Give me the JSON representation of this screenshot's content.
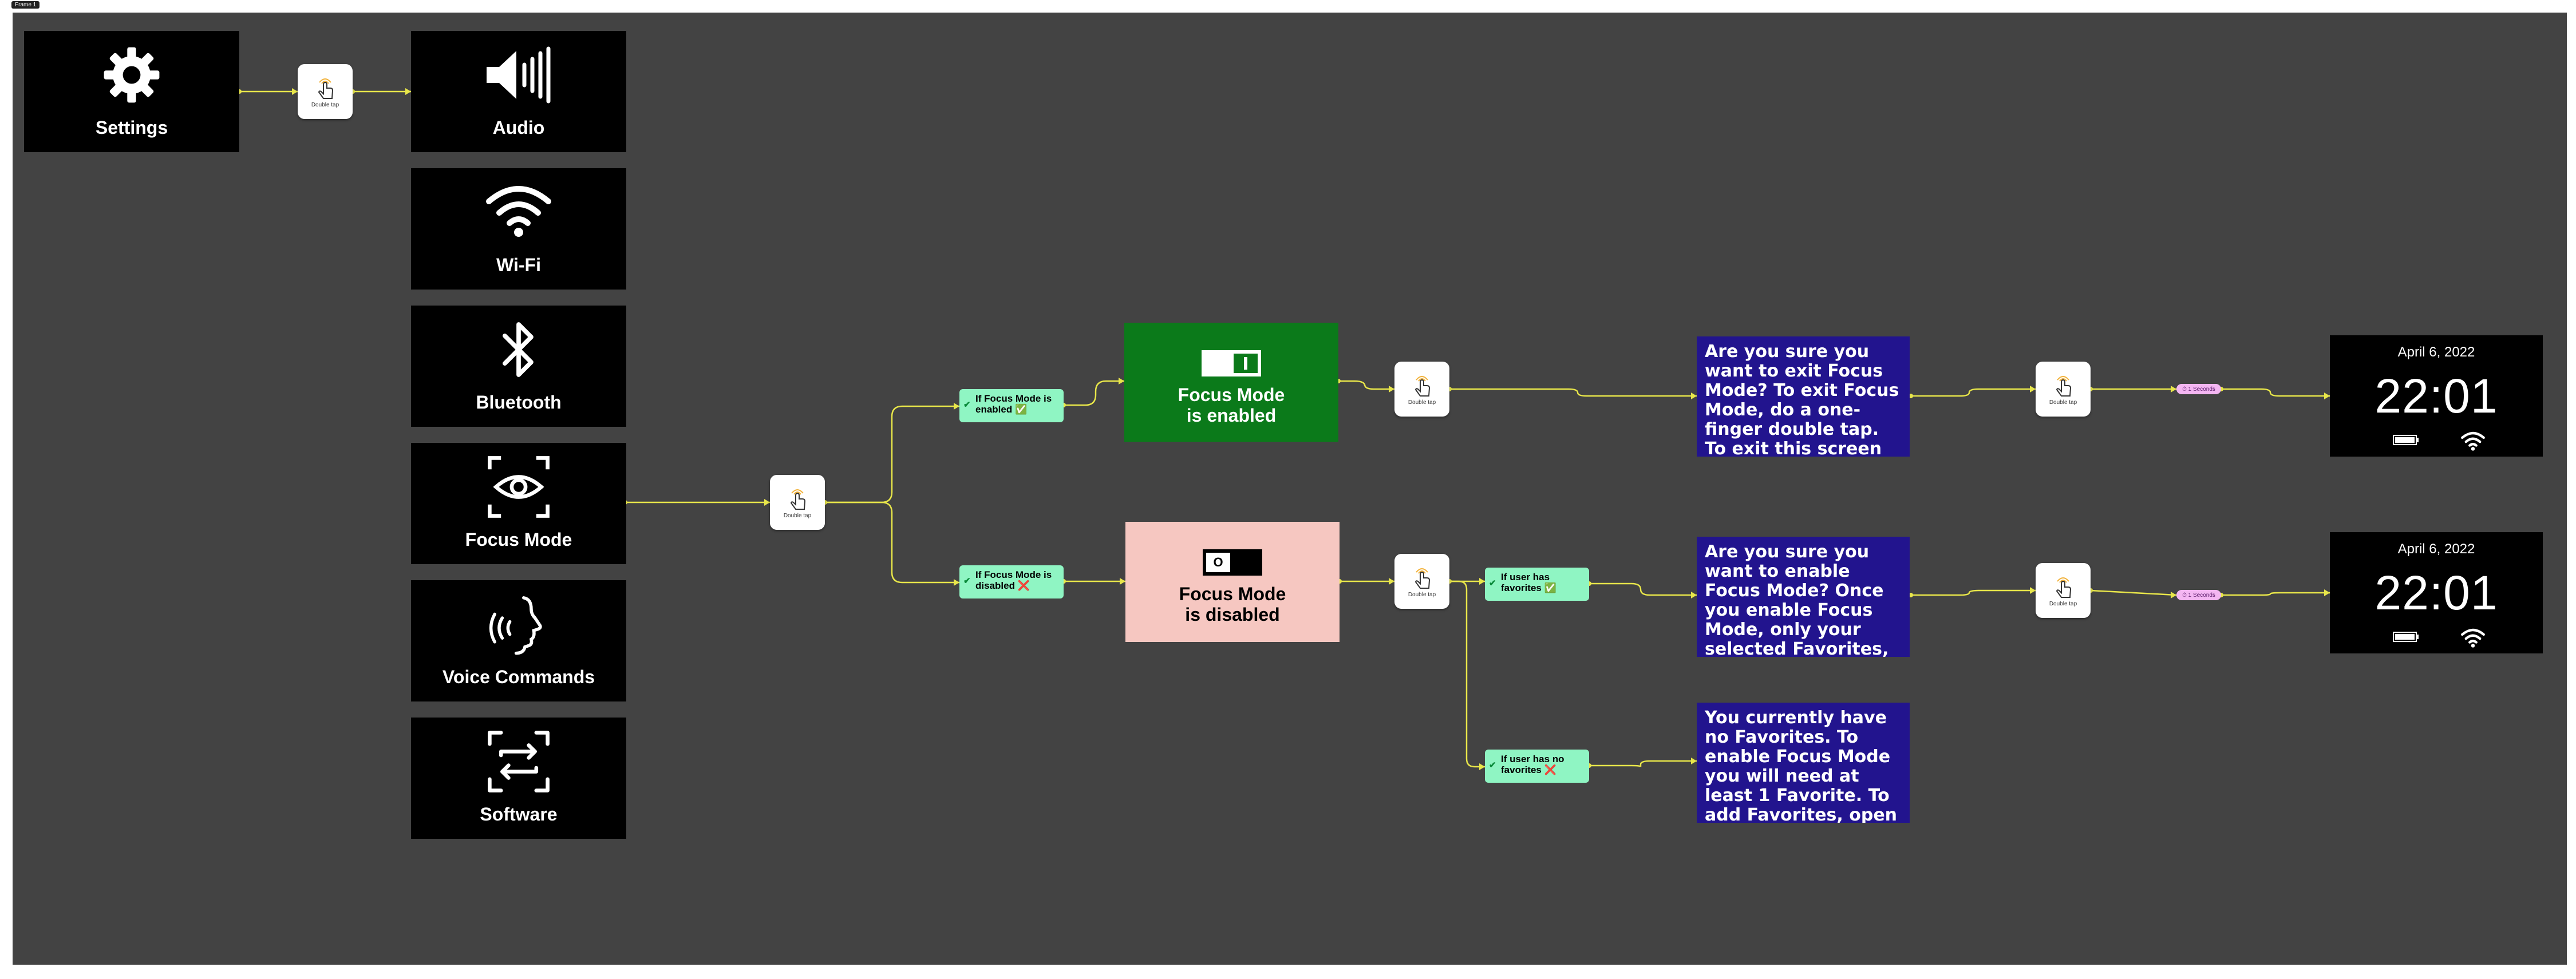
{
  "frame_label": "Frame 1",
  "colors": {
    "canvas": "#434343",
    "card": "#000000",
    "connector": "#e8e64a",
    "condition": "#8ff5c3",
    "enabled": "#0b7a1a",
    "disabled": "#f6c7c1",
    "prompt": "#22148e",
    "timer": "#f4b6f2"
  },
  "menu": {
    "settings": {
      "label": "Settings",
      "icon": "gear-icon"
    },
    "audio": {
      "label": "Audio",
      "icon": "speaker-icon"
    },
    "wifi": {
      "label": "Wi-Fi",
      "icon": "wifi-icon"
    },
    "bluetooth": {
      "label": "Bluetooth",
      "icon": "bluetooth-icon"
    },
    "focus": {
      "label": "Focus Mode",
      "icon": "eye-icon"
    },
    "voice": {
      "label": "Voice Commands",
      "icon": "voice-icon"
    },
    "software": {
      "label": "Software",
      "icon": "software-update-icon"
    }
  },
  "tap_label": "Double tap",
  "conditions": {
    "enabled": "If Focus Mode is\nenabled ✅",
    "disabled": "If Focus Mode is\ndisabled ❌",
    "has_fav": "If user has\nfavorites ✅",
    "no_fav": "If user has no\nfavorites ❌"
  },
  "states": {
    "enabled": "Focus Mode\nis enabled",
    "disabled": "Focus Mode\nis disabled",
    "toggle_off_glyph": "O"
  },
  "prompts": {
    "exit": "Are you sure you want to exit Focus Mode? To exit Focus Mode, do a one-finger double tap. To exit this screen and keep Focus Mode on, do a one-",
    "enable": "Are you sure you want to enable Focus Mode? Once you enable Focus Mode, only your selected Favorites, the start screen and the settings",
    "none": "You currently have no Favorites. To enable Focus Mode you will need at least 1 Favorite. To add Favorites, open the Glasses dashboard"
  },
  "timer_label": "⏱ 1 Seconds",
  "clock": {
    "date": "April 6, 2022",
    "time": "22:01"
  }
}
